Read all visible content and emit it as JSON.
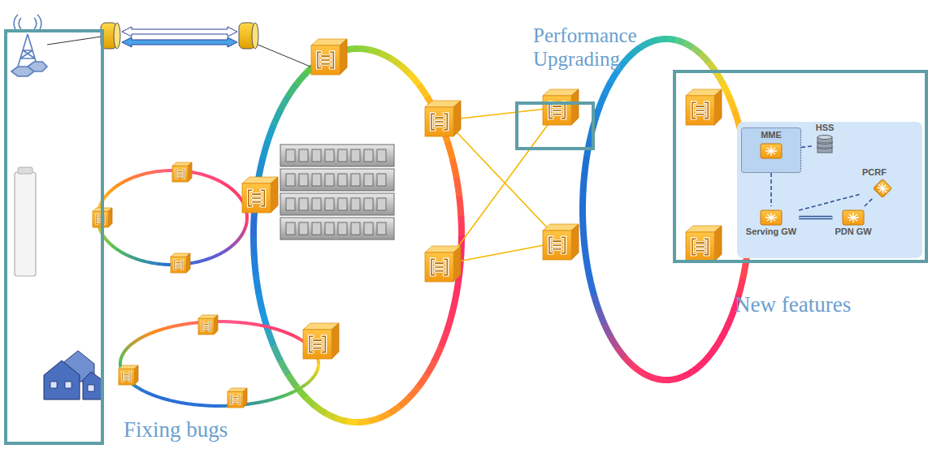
{
  "diagram": {
    "nodes": [
      {
        "text": [
          "Fixing bugs"
        ]
      },
      {
        "text": [
          "Performance Upgrading"
        ]
      },
      {
        "text": [
          "New features"
        ]
      },
      {
        "text": [
          "MME"
        ],
        "in": 2
      },
      {
        "text": [
          "HSS"
        ],
        "in": 2
      },
      {
        "text": [
          "PCRF"
        ],
        "in": 2
      },
      {
        "text": [
          "Serving GW"
        ],
        "in": 2
      },
      {
        "text": [
          "PDN GW"
        ],
        "in": 2
      }
    ],
    "edges": [
      {
        "from": 3,
        "to": 4,
        "arrow": "none"
      },
      {
        "from": 3,
        "to": 6,
        "arrow": "none"
      },
      {
        "from": 6,
        "to": 7,
        "arrow": "none"
      },
      {
        "from": 6,
        "to": 5,
        "arrow": "none"
      },
      {
        "from": 7,
        "to": 5,
        "arrow": "none"
      }
    ]
  }
}
